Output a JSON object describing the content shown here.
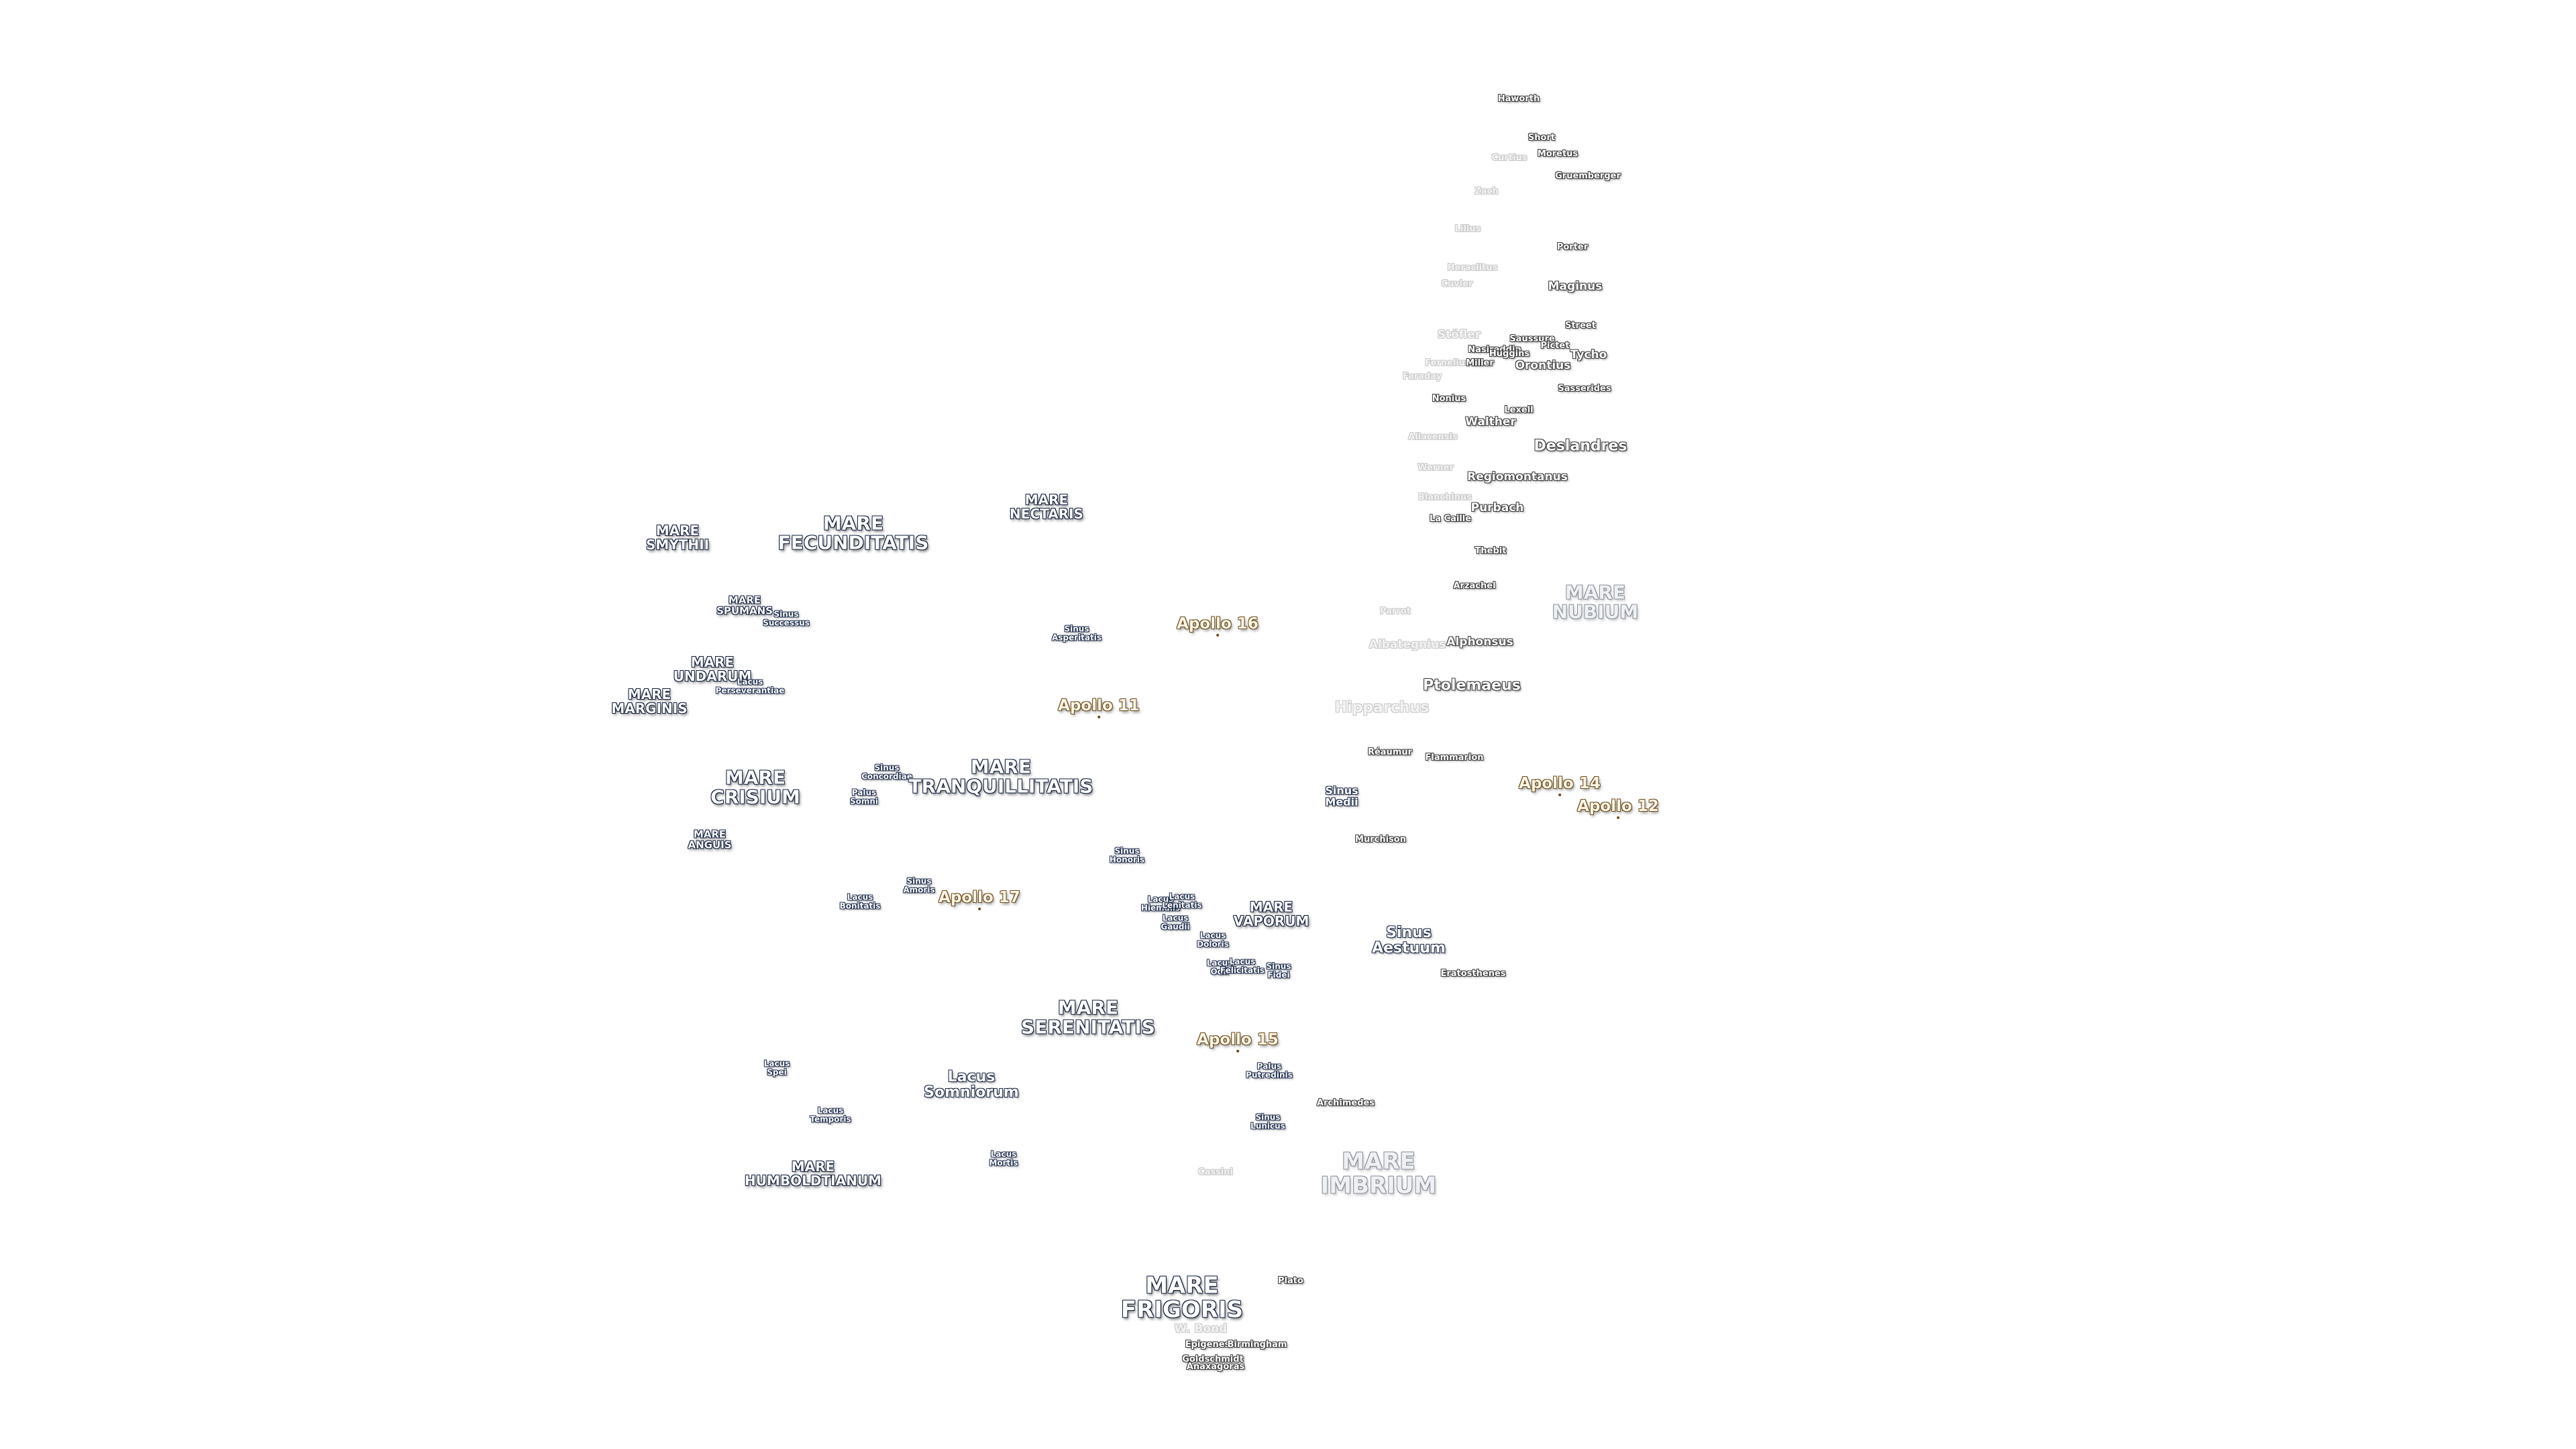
{
  "colors": {
    "background": "#ffffff",
    "label_fill": "#ffffff",
    "mare_outline": "#0d1a3a",
    "crater_outline": "#3a3a3a",
    "apollo_outline": "#6b4a1a"
  },
  "labels": [
    {
      "id": "mare-fecunditatis",
      "text": "MARE\nFECUNDITATIS",
      "kind": "mare"
    },
    {
      "id": "mare-nectaris",
      "text": "MARE\nNECTARIS",
      "kind": "mare"
    },
    {
      "id": "mare-smythii",
      "text": "MARE\nSMYTHII",
      "kind": "mare"
    },
    {
      "id": "mare-spumans",
      "text": "MARE\nSPUMANS",
      "kind": "mare"
    },
    {
      "id": "sinus-successus",
      "text": "Sinus\nSuccessus",
      "kind": "feature"
    },
    {
      "id": "mare-undarum",
      "text": "MARE\nUNDARUM",
      "kind": "mare"
    },
    {
      "id": "lacus-perseverantiae",
      "text": "Lacus\nPerseverantiae",
      "kind": "feature"
    },
    {
      "id": "mare-marginis",
      "text": "MARE\nMARGINIS",
      "kind": "mare"
    },
    {
      "id": "mare-crisium",
      "text": "MARE\nCRISIUM",
      "kind": "mare"
    },
    {
      "id": "sinus-concordiae",
      "text": "Sinus\nConcordiae",
      "kind": "feature"
    },
    {
      "id": "palus-somni",
      "text": "Palus\nSomni",
      "kind": "feature"
    },
    {
      "id": "mare-tranquillitatis",
      "text": "MARE\nTRANQUILLITATIS",
      "kind": "mare"
    },
    {
      "id": "sinus-asperitatis",
      "text": "Sinus\nAsperitatis",
      "kind": "feature"
    },
    {
      "id": "mare-anguis",
      "text": "MARE\nANGUIS",
      "kind": "mare"
    },
    {
      "id": "sinus-amoris",
      "text": "Sinus\nAmoris",
      "kind": "feature"
    },
    {
      "id": "lacus-bonitatis",
      "text": "Lacus\nBonitatis",
      "kind": "feature"
    },
    {
      "id": "sinus-honoris",
      "text": "Sinus\nHonoris",
      "kind": "feature"
    },
    {
      "id": "lacus-hiemalis",
      "text": "Lacus\nHiemalis",
      "kind": "feature"
    },
    {
      "id": "lacus-lenitatis",
      "text": "Lacus\nLenitatis",
      "kind": "feature"
    },
    {
      "id": "lacus-gaudii",
      "text": "Lacus\nGaudii",
      "kind": "feature"
    },
    {
      "id": "mare-vaporum",
      "text": "MARE\nVAPORUM",
      "kind": "mare"
    },
    {
      "id": "lacus-doloris",
      "text": "Lacus\nDoloris",
      "kind": "feature"
    },
    {
      "id": "lacus-odii",
      "text": "Lacus\nOdii",
      "kind": "feature"
    },
    {
      "id": "lacus-felicitatis",
      "text": "Lacus\nFelicitatis",
      "kind": "feature"
    },
    {
      "id": "sinus-fidei",
      "text": "Sinus\nFidei",
      "kind": "feature"
    },
    {
      "id": "mare-serenitatis",
      "text": "MARE\nSERENITATIS",
      "kind": "mare"
    },
    {
      "id": "lacus-spei",
      "text": "Lacus\nSpei",
      "kind": "feature"
    },
    {
      "id": "lacus-somniorum",
      "text": "Lacus\nSomniorum",
      "kind": "feature"
    },
    {
      "id": "lacus-temporis",
      "text": "Lacus\nTemporis",
      "kind": "feature"
    },
    {
      "id": "lacus-mortis",
      "text": "Lacus\nMortis",
      "kind": "feature"
    },
    {
      "id": "mare-humboldtianum",
      "text": "MARE\nHUMBOLDTIANUM",
      "kind": "mare"
    },
    {
      "id": "palus-putredinis",
      "text": "Palus\nPutredinis",
      "kind": "feature"
    },
    {
      "id": "sinus-lunicus",
      "text": "Sinus\nLunicus",
      "kind": "feature"
    },
    {
      "id": "sinus-aestuum",
      "text": "Sinus\nAestuum",
      "kind": "feature"
    },
    {
      "id": "sinus-medii",
      "text": "Sinus\nMedii",
      "kind": "feature"
    },
    {
      "id": "mare-nubium",
      "text": "MARE\nNUBIUM",
      "kind": "mare"
    },
    {
      "id": "mare-imbrium",
      "text": "MARE\nIMBRIUM",
      "kind": "mare"
    },
    {
      "id": "mare-frigoris",
      "text": "MARE\nFRIGORIS",
      "kind": "mare"
    },
    {
      "id": "apollo-16",
      "text": "Apollo 16",
      "kind": "apollo"
    },
    {
      "id": "apollo-11",
      "text": "Apollo 11",
      "kind": "apollo"
    },
    {
      "id": "apollo-17",
      "text": "Apollo 17",
      "kind": "apollo"
    },
    {
      "id": "apollo-15",
      "text": "Apollo 15",
      "kind": "apollo"
    },
    {
      "id": "apollo-14",
      "text": "Apollo 14",
      "kind": "apollo"
    },
    {
      "id": "apollo-12",
      "text": "Apollo 12",
      "kind": "apollo"
    },
    {
      "id": "haworth",
      "text": "Haworth",
      "kind": "crater"
    },
    {
      "id": "short",
      "text": "Short",
      "kind": "crater"
    },
    {
      "id": "curtius",
      "text": "Curtius",
      "kind": "crater"
    },
    {
      "id": "moretus",
      "text": "Moretus",
      "kind": "crater"
    },
    {
      "id": "gruemberger",
      "text": "Gruemberger",
      "kind": "crater"
    },
    {
      "id": "zach",
      "text": "Zach",
      "kind": "crater"
    },
    {
      "id": "lilius",
      "text": "Lilius",
      "kind": "crater"
    },
    {
      "id": "porter",
      "text": "Porter",
      "kind": "crater"
    },
    {
      "id": "heraclitus",
      "text": "Heraclitus",
      "kind": "crater"
    },
    {
      "id": "cuvier",
      "text": "Cuvier",
      "kind": "crater"
    },
    {
      "id": "maginus",
      "text": "Maginus",
      "kind": "crater"
    },
    {
      "id": "street",
      "text": "Street",
      "kind": "crater"
    },
    {
      "id": "stofler",
      "text": "Stöfler",
      "kind": "crater"
    },
    {
      "id": "saussure",
      "text": "Saussure",
      "kind": "crater"
    },
    {
      "id": "pictet",
      "text": "Pictet",
      "kind": "crater"
    },
    {
      "id": "tycho",
      "text": "Tycho",
      "kind": "crater"
    },
    {
      "id": "nasireddin",
      "text": "Nasireddin",
      "kind": "crater"
    },
    {
      "id": "huggins",
      "text": "Huggins",
      "kind": "crater"
    },
    {
      "id": "orontius",
      "text": "Orontius",
      "kind": "crater"
    },
    {
      "id": "fernelius",
      "text": "Fernelius",
      "kind": "crater"
    },
    {
      "id": "miller",
      "text": "Miller",
      "kind": "crater"
    },
    {
      "id": "faraday",
      "text": "Faraday",
      "kind": "crater"
    },
    {
      "id": "sasserides",
      "text": "Sasserides",
      "kind": "crater"
    },
    {
      "id": "nonius",
      "text": "Nonius",
      "kind": "crater"
    },
    {
      "id": "lexell",
      "text": "Lexell",
      "kind": "crater"
    },
    {
      "id": "walther",
      "text": "Walther",
      "kind": "crater"
    },
    {
      "id": "aliacensis",
      "text": "Aliacensis",
      "kind": "crater"
    },
    {
      "id": "deslandres",
      "text": "Deslandres",
      "kind": "crater"
    },
    {
      "id": "werner",
      "text": "Werner",
      "kind": "crater"
    },
    {
      "id": "regiomontanus",
      "text": "Regiomontanus",
      "kind": "crater"
    },
    {
      "id": "blanchinus",
      "text": "Blanchinus",
      "kind": "crater"
    },
    {
      "id": "purbach",
      "text": "Purbach",
      "kind": "crater"
    },
    {
      "id": "la-caille",
      "text": "La Caille",
      "kind": "crater"
    },
    {
      "id": "thebit",
      "text": "Thebit",
      "kind": "crater"
    },
    {
      "id": "arzachel",
      "text": "Arzachel",
      "kind": "crater"
    },
    {
      "id": "parrot",
      "text": "Parrot",
      "kind": "crater"
    },
    {
      "id": "albategnius",
      "text": "Albategnius",
      "kind": "crater"
    },
    {
      "id": "alphonsus",
      "text": "Alphonsus",
      "kind": "crater"
    },
    {
      "id": "ptolemaeus",
      "text": "Ptolemaeus",
      "kind": "crater"
    },
    {
      "id": "hipparchus",
      "text": "Hipparchus",
      "kind": "crater"
    },
    {
      "id": "reaumur",
      "text": "Réaumur",
      "kind": "crater"
    },
    {
      "id": "flammarion",
      "text": "Flammarion",
      "kind": "crater"
    },
    {
      "id": "murchison",
      "text": "Murchison",
      "kind": "crater"
    },
    {
      "id": "eratosthenes",
      "text": "Eratosthenes",
      "kind": "crater"
    },
    {
      "id": "archimedes",
      "text": "Archimedes",
      "kind": "crater"
    },
    {
      "id": "cassini",
      "text": "Cassini",
      "kind": "crater"
    },
    {
      "id": "plato",
      "text": "Plato",
      "kind": "crater"
    },
    {
      "id": "w-bond",
      "text": "W. Bond",
      "kind": "crater"
    },
    {
      "id": "epigenes",
      "text": "Epigenes",
      "kind": "crater"
    },
    {
      "id": "birmingham",
      "text": "Birmingham",
      "kind": "crater"
    },
    {
      "id": "goldschmidt",
      "text": "Goldschmidt",
      "kind": "crater"
    },
    {
      "id": "anaxagoras",
      "text": "Anaxagoras",
      "kind": "crater"
    }
  ]
}
